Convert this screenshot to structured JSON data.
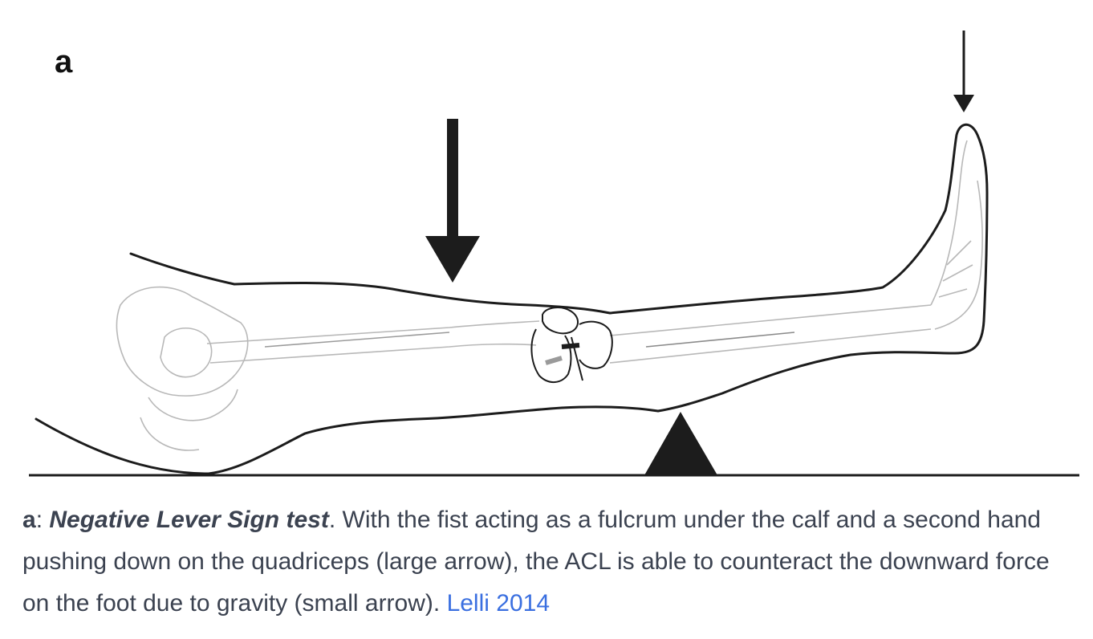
{
  "figure": {
    "panel_label": "a"
  },
  "caption": {
    "label": "a",
    "colon": ": ",
    "title": "Negative Lever Sign test",
    "body": ". With the fist acting as a fulcrum under the calf and a second hand pushing down on the quadriceps (large arrow), the ACL is able to counteract the downward force on the foot due to gravity (small arrow). ",
    "citation": "Lelli 2014"
  },
  "colors": {
    "ink": "#1c1c1c",
    "bone": "#9a9a9a",
    "caption_text": "#3b4250",
    "link": "#3a6fe0"
  }
}
